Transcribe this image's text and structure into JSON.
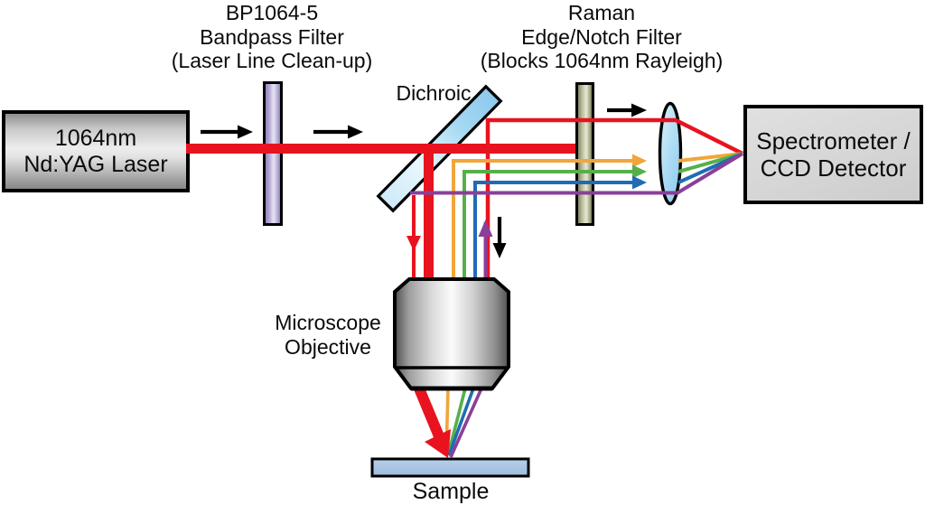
{
  "diagram": {
    "title_context": "NIR Raman microscope optical path diagram",
    "labels": {
      "bandpass_filter": [
        "BP1064-5",
        "Bandpass Filter",
        "(Laser Line Clean-up)"
      ],
      "raman_filter": [
        "Raman",
        "Edge/Notch Filter",
        "(Blocks 1064nm Rayleigh)"
      ],
      "dichroic": "Dichroic",
      "laser_box": [
        "1064nm",
        "Nd:YAG Laser"
      ],
      "spectrometer_box": [
        "Spectrometer /",
        "CCD Detector"
      ],
      "microscope_objective": [
        "Microscope",
        "Objective"
      ],
      "sample": "Sample"
    },
    "colors": {
      "laser_beam_red": "#e8131f",
      "raman_signal_orange": "#f0a63a",
      "raman_signal_green": "#56b04a",
      "raman_signal_blue": "#1f6cb5",
      "raman_signal_purple": "#8a3f98",
      "direction_arrow_black": "#000000",
      "dichroic_blue": "#a5d8f2",
      "bandpass_filter_purple": "#b3a8d2",
      "notch_filter_olive": "#b9bc9c",
      "sample_blue": "#a9c4e2",
      "component_gray": "#d8d8d8"
    }
  }
}
